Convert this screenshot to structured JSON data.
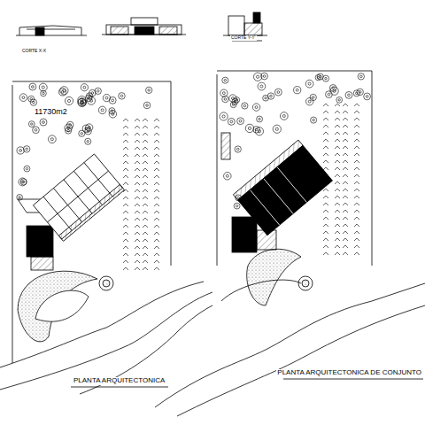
{
  "diagram": {
    "labels": [
      "CORTE X-X",
      "CORTE Y-Y'",
      "11730m2",
      "PLANTA ARQUITECTONICA",
      "PLANTA ARQUITECTONICA DE CONJUNTO"
    ]
  }
}
